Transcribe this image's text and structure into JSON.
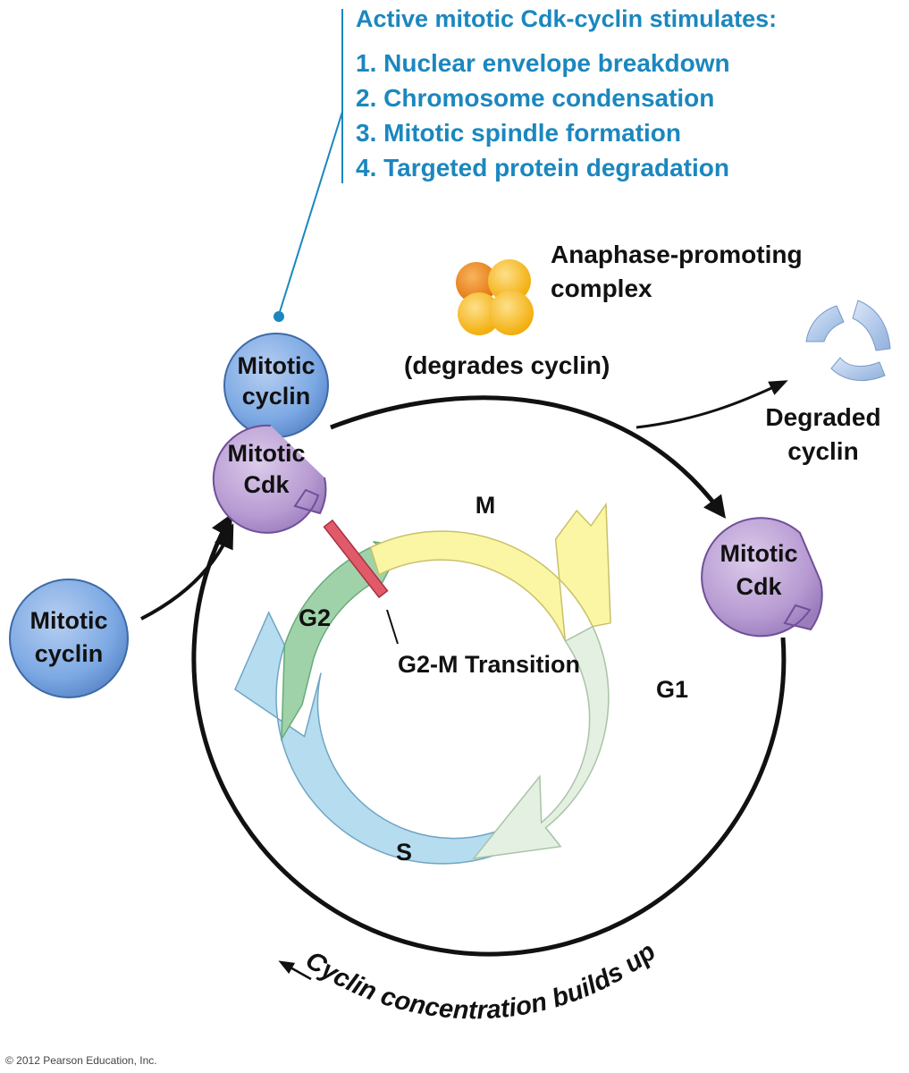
{
  "callout": {
    "heading": "Active mitotic Cdk-cyclin stimulates:",
    "items": [
      "1.  Nuclear envelope breakdown",
      "2.  Chromosome condensation",
      "3.  Mitotic spindle formation",
      "4.  Targeted protein degradation"
    ]
  },
  "apc": {
    "line1": "Anaphase-promoting",
    "line2": "complex",
    "action": "(degrades cyclin)"
  },
  "degraded": {
    "line1": "Degraded",
    "line2": "cyclin"
  },
  "complex_cyclin": {
    "line1": "Mitotic",
    "line2": "cyclin"
  },
  "complex_cdk": {
    "line1": "Mitotic",
    "line2": "Cdk"
  },
  "free_cyclin": {
    "line1": "Mitotic",
    "line2": "cyclin"
  },
  "free_cdk": {
    "line1": "Mitotic",
    "line2": "Cdk"
  },
  "phases": {
    "m": "M",
    "g1": "G1",
    "s": "S",
    "g2": "G2"
  },
  "transition_label": "G2-M Transition",
  "buildup_label": "Cyclin concentration builds up",
  "copyright": "© 2012 Pearson Education, Inc.",
  "colors": {
    "accent_blue": "#1b87bf",
    "phase_m": "#fbf6a4",
    "phase_g1": "#e4f1e2",
    "phase_s": "#b6dcef",
    "phase_g2": "#9fd2a9",
    "cyclin": "#7ba8e3",
    "cdk": "#b79bd2",
    "apc_orange": "#f08a1e",
    "apc_yellow": "#f9b91b",
    "transition_marker": "#e05a6a"
  }
}
